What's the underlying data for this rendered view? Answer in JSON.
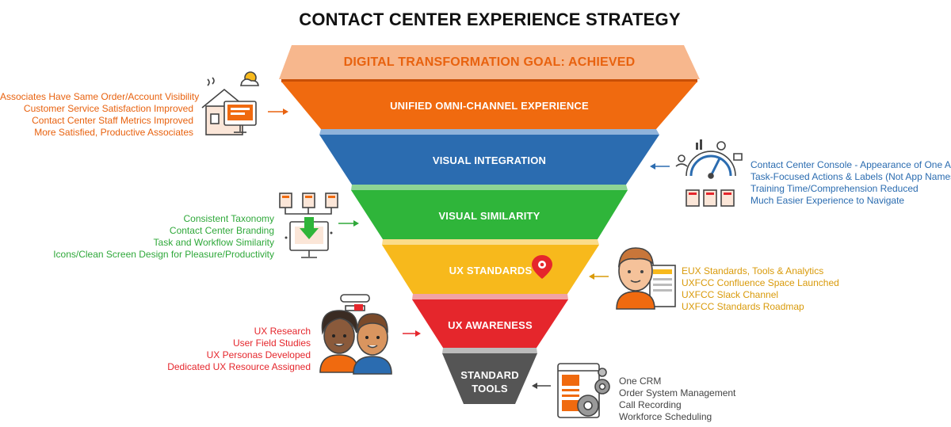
{
  "title": "CONTACT CENTER EXPERIENCE STRATEGY",
  "goal": {
    "label": "DIGITAL TRANSFORMATION GOAL: ACHIEVED",
    "color": "#f7b78d",
    "text_color": "#e8620f"
  },
  "tiers": [
    {
      "label": "UNIFIED OMNI-CHANNEL EXPERIENCE",
      "color": "#f06a0f"
    },
    {
      "label": "VISUAL INTEGRATION",
      "color": "#2b6cb0"
    },
    {
      "label": "VISUAL SIMILARITY",
      "color": "#2fb53a"
    },
    {
      "label": "UX STANDARDS",
      "color": "#f7b91c"
    },
    {
      "label": "UX AWARENESS",
      "color": "#e5262c"
    },
    {
      "label_lines": [
        "STANDARD",
        "TOOLS"
      ],
      "color": "#555555"
    }
  ],
  "notes": {
    "unified": {
      "color": "#e8620f",
      "items": [
        "Associates Have Same Order/Account Visibility",
        "Customer Service Satisfaction Improved",
        "Contact Center Staff Metrics Improved",
        "More Satisfied, Productive Associates"
      ]
    },
    "integration": {
      "color": "#2b6cb0",
      "items": [
        "Contact Center Console - Appearance of One App",
        "Task-Focused Actions & Labels (Not App Names)",
        "Training Time/Comprehension Reduced",
        "Much Easier Experience to Navigate"
      ]
    },
    "similarity": {
      "color": "#2fa83a",
      "items": [
        "Consistent Taxonomy",
        "Contact Center Branding",
        "Task and Workflow Similarity",
        "Icons/Clean Screen Design for Pleasure/Productivity"
      ]
    },
    "standards": {
      "color": "#d99a0a",
      "items": [
        "EUX Standards, Tools & Analytics",
        "UXFCC Confluence Space Launched",
        "UXFCC Slack Channel",
        "UXFCC Standards Roadmap"
      ]
    },
    "awareness": {
      "color": "#e5262c",
      "items": [
        "UX Research",
        "User Field Studies",
        "UX Personas Developed",
        "Dedicated UX Resource Assigned"
      ]
    },
    "tools": {
      "color": "#444444",
      "items": [
        "One CRM",
        "Order System Management",
        "Call Recording",
        "Workforce Scheduling"
      ]
    }
  },
  "icons": {
    "unified": "house-with-computer-icon",
    "integration": "speedometer-dashboard-icon",
    "similarity": "download-monitor-icon",
    "standards": "designer-avatar-icon",
    "awareness": "two-people-avatars-icon",
    "tools": "gears-browser-icon",
    "pin": "location-pin-icon"
  }
}
